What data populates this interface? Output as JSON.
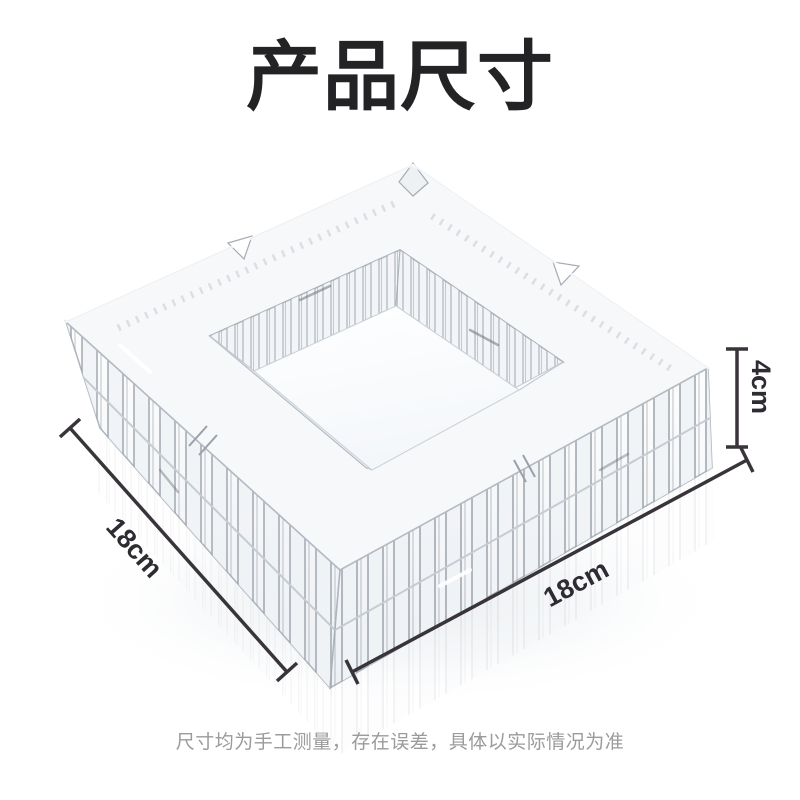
{
  "header": {
    "title": "产品尺寸"
  },
  "dimensions": {
    "left_label": "18cm",
    "bottom_label": "18cm",
    "height_label": "4cm"
  },
  "footer": {
    "note": "尺寸均为手工测量，存在误差，具体以实际情况为准"
  },
  "colors": {
    "annotation": "#38343a",
    "title": "#232326",
    "note": "#9b9b9b",
    "glass_edge": "#a8afb8",
    "background": "#ffffff"
  }
}
